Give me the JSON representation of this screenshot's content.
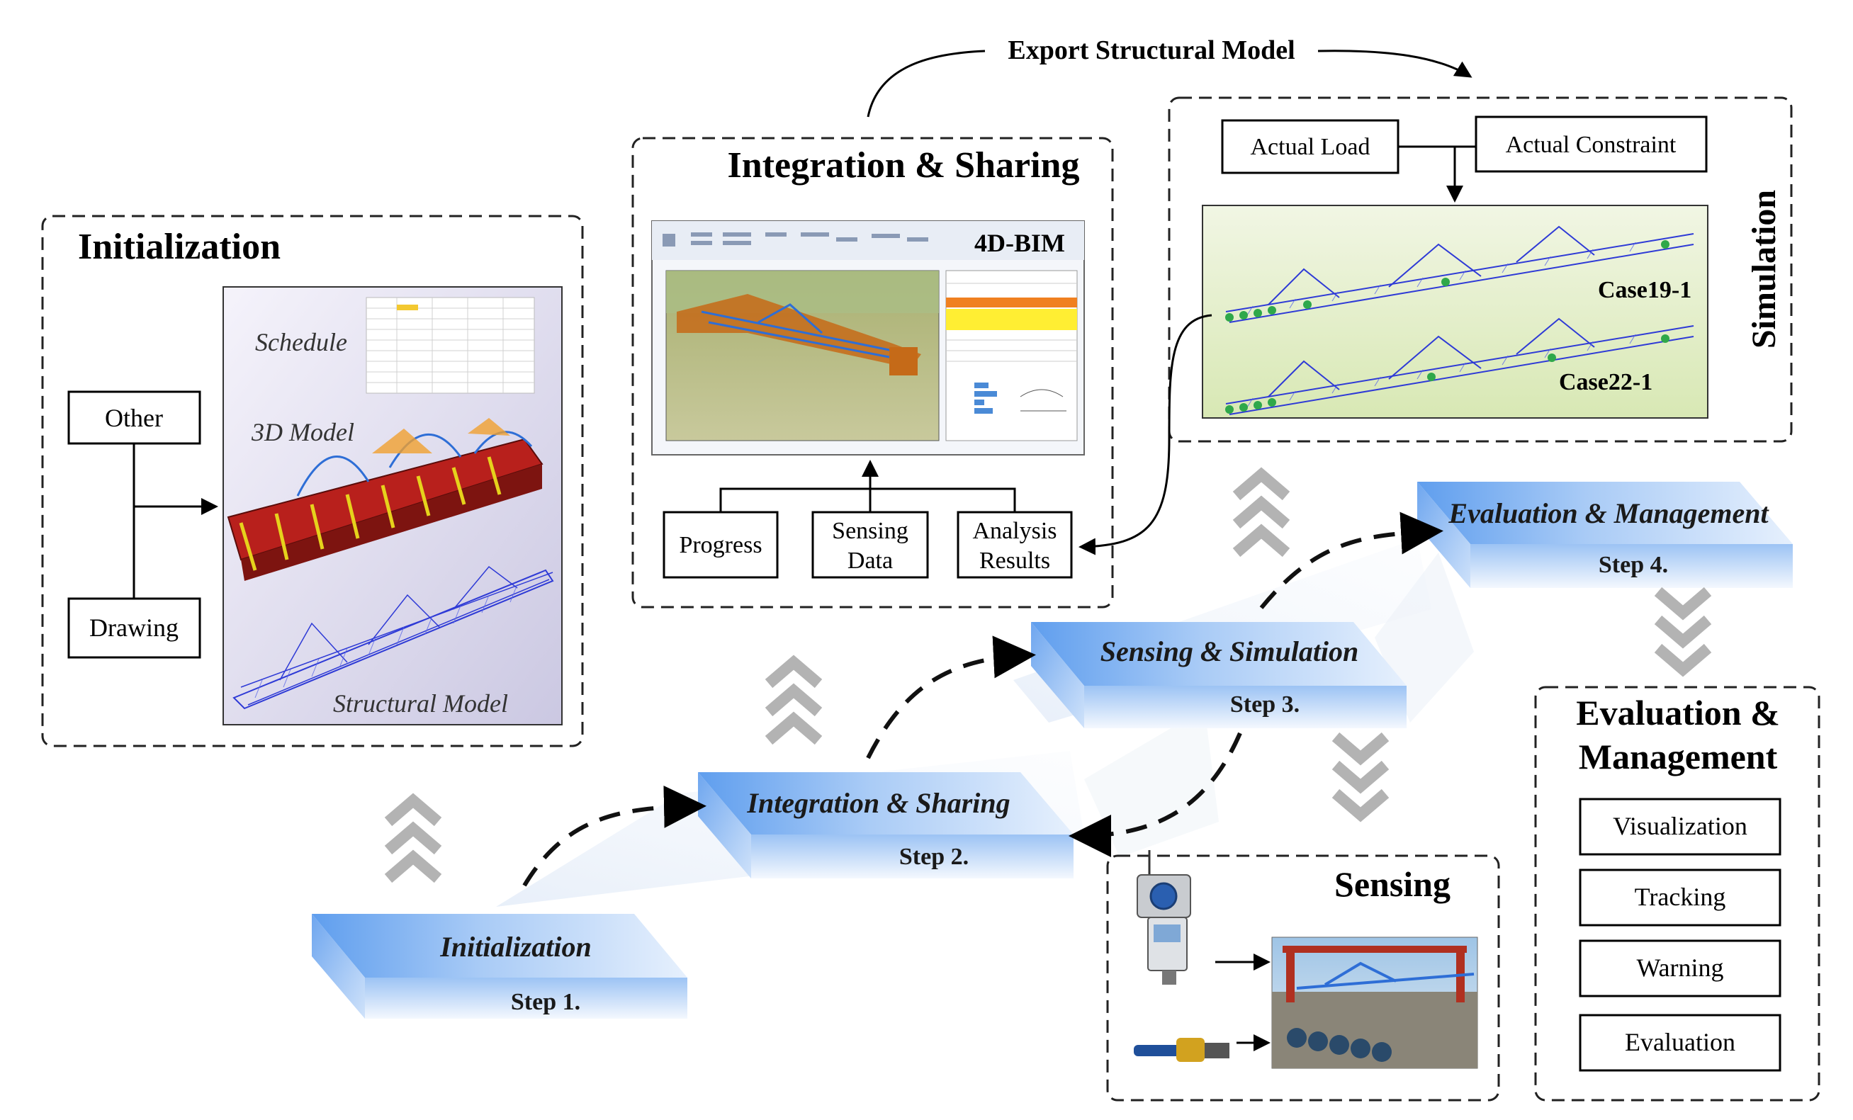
{
  "export_label": "Export Structural Model",
  "initialization": {
    "title": "Initialization",
    "inputs": [
      "Other",
      "Drawing"
    ],
    "captions": {
      "schedule": "Schedule",
      "model3d": "3D Model",
      "structural": "Structural Model"
    }
  },
  "integration": {
    "title": "Integration & Sharing",
    "screenshot_label": "4D-BIM",
    "inputs": [
      "Progress",
      [
        "Sensing",
        "Data"
      ],
      [
        "Analysis",
        "Results"
      ]
    ]
  },
  "simulation": {
    "title": "Simulation",
    "inputs": [
      "Actual Load",
      "Actual Constraint"
    ],
    "cases": [
      "Case19-1",
      "Case22-1"
    ]
  },
  "sensing": {
    "title": "Sensing"
  },
  "evaluation": {
    "title_line1": "Evaluation &",
    "title_line2": "Management",
    "items": [
      "Visualization",
      "Tracking",
      "Warning",
      "Evaluation"
    ]
  },
  "steps": [
    {
      "name": "Initialization",
      "label": "Step 1."
    },
    {
      "name": "Integration & Sharing",
      "label": "Step 2."
    },
    {
      "name": "Sensing & Simulation",
      "label": "Step 3."
    },
    {
      "name": "Evaluation & Management",
      "label": "Step 4."
    }
  ],
  "colors": {
    "step_blue_light": "#dce9fb",
    "step_blue_dark": "#7fb2f0",
    "arrow_gray": "#b3b3b3",
    "truss_blue": "#2e3ad6",
    "girder_red": "#b8201c",
    "truss_yellow": "#e6d21c"
  }
}
